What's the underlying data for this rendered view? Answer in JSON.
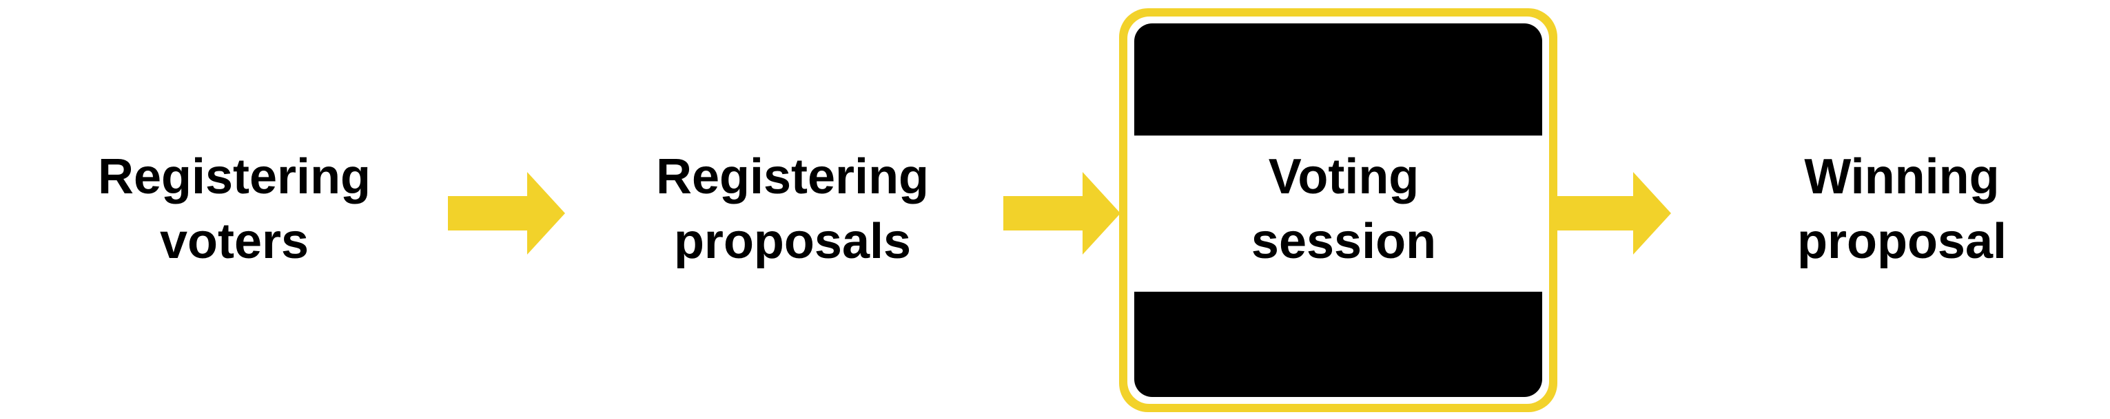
{
  "diagram": {
    "stages": [
      {
        "label": "Registering\nvoters"
      },
      {
        "label": "Registering\nproposals"
      },
      {
        "label": "Voting\nsession"
      },
      {
        "label": "Winning\nproposal"
      }
    ],
    "highlighted_stage": "Voting\nsession"
  },
  "colors": {
    "arrow": "#f2d22a",
    "highlight_frame": "#f2d22a",
    "band": "#000000",
    "text": "#000000",
    "background": "#ffffff"
  },
  "icons": {
    "arrow": "arrow-right-icon"
  }
}
